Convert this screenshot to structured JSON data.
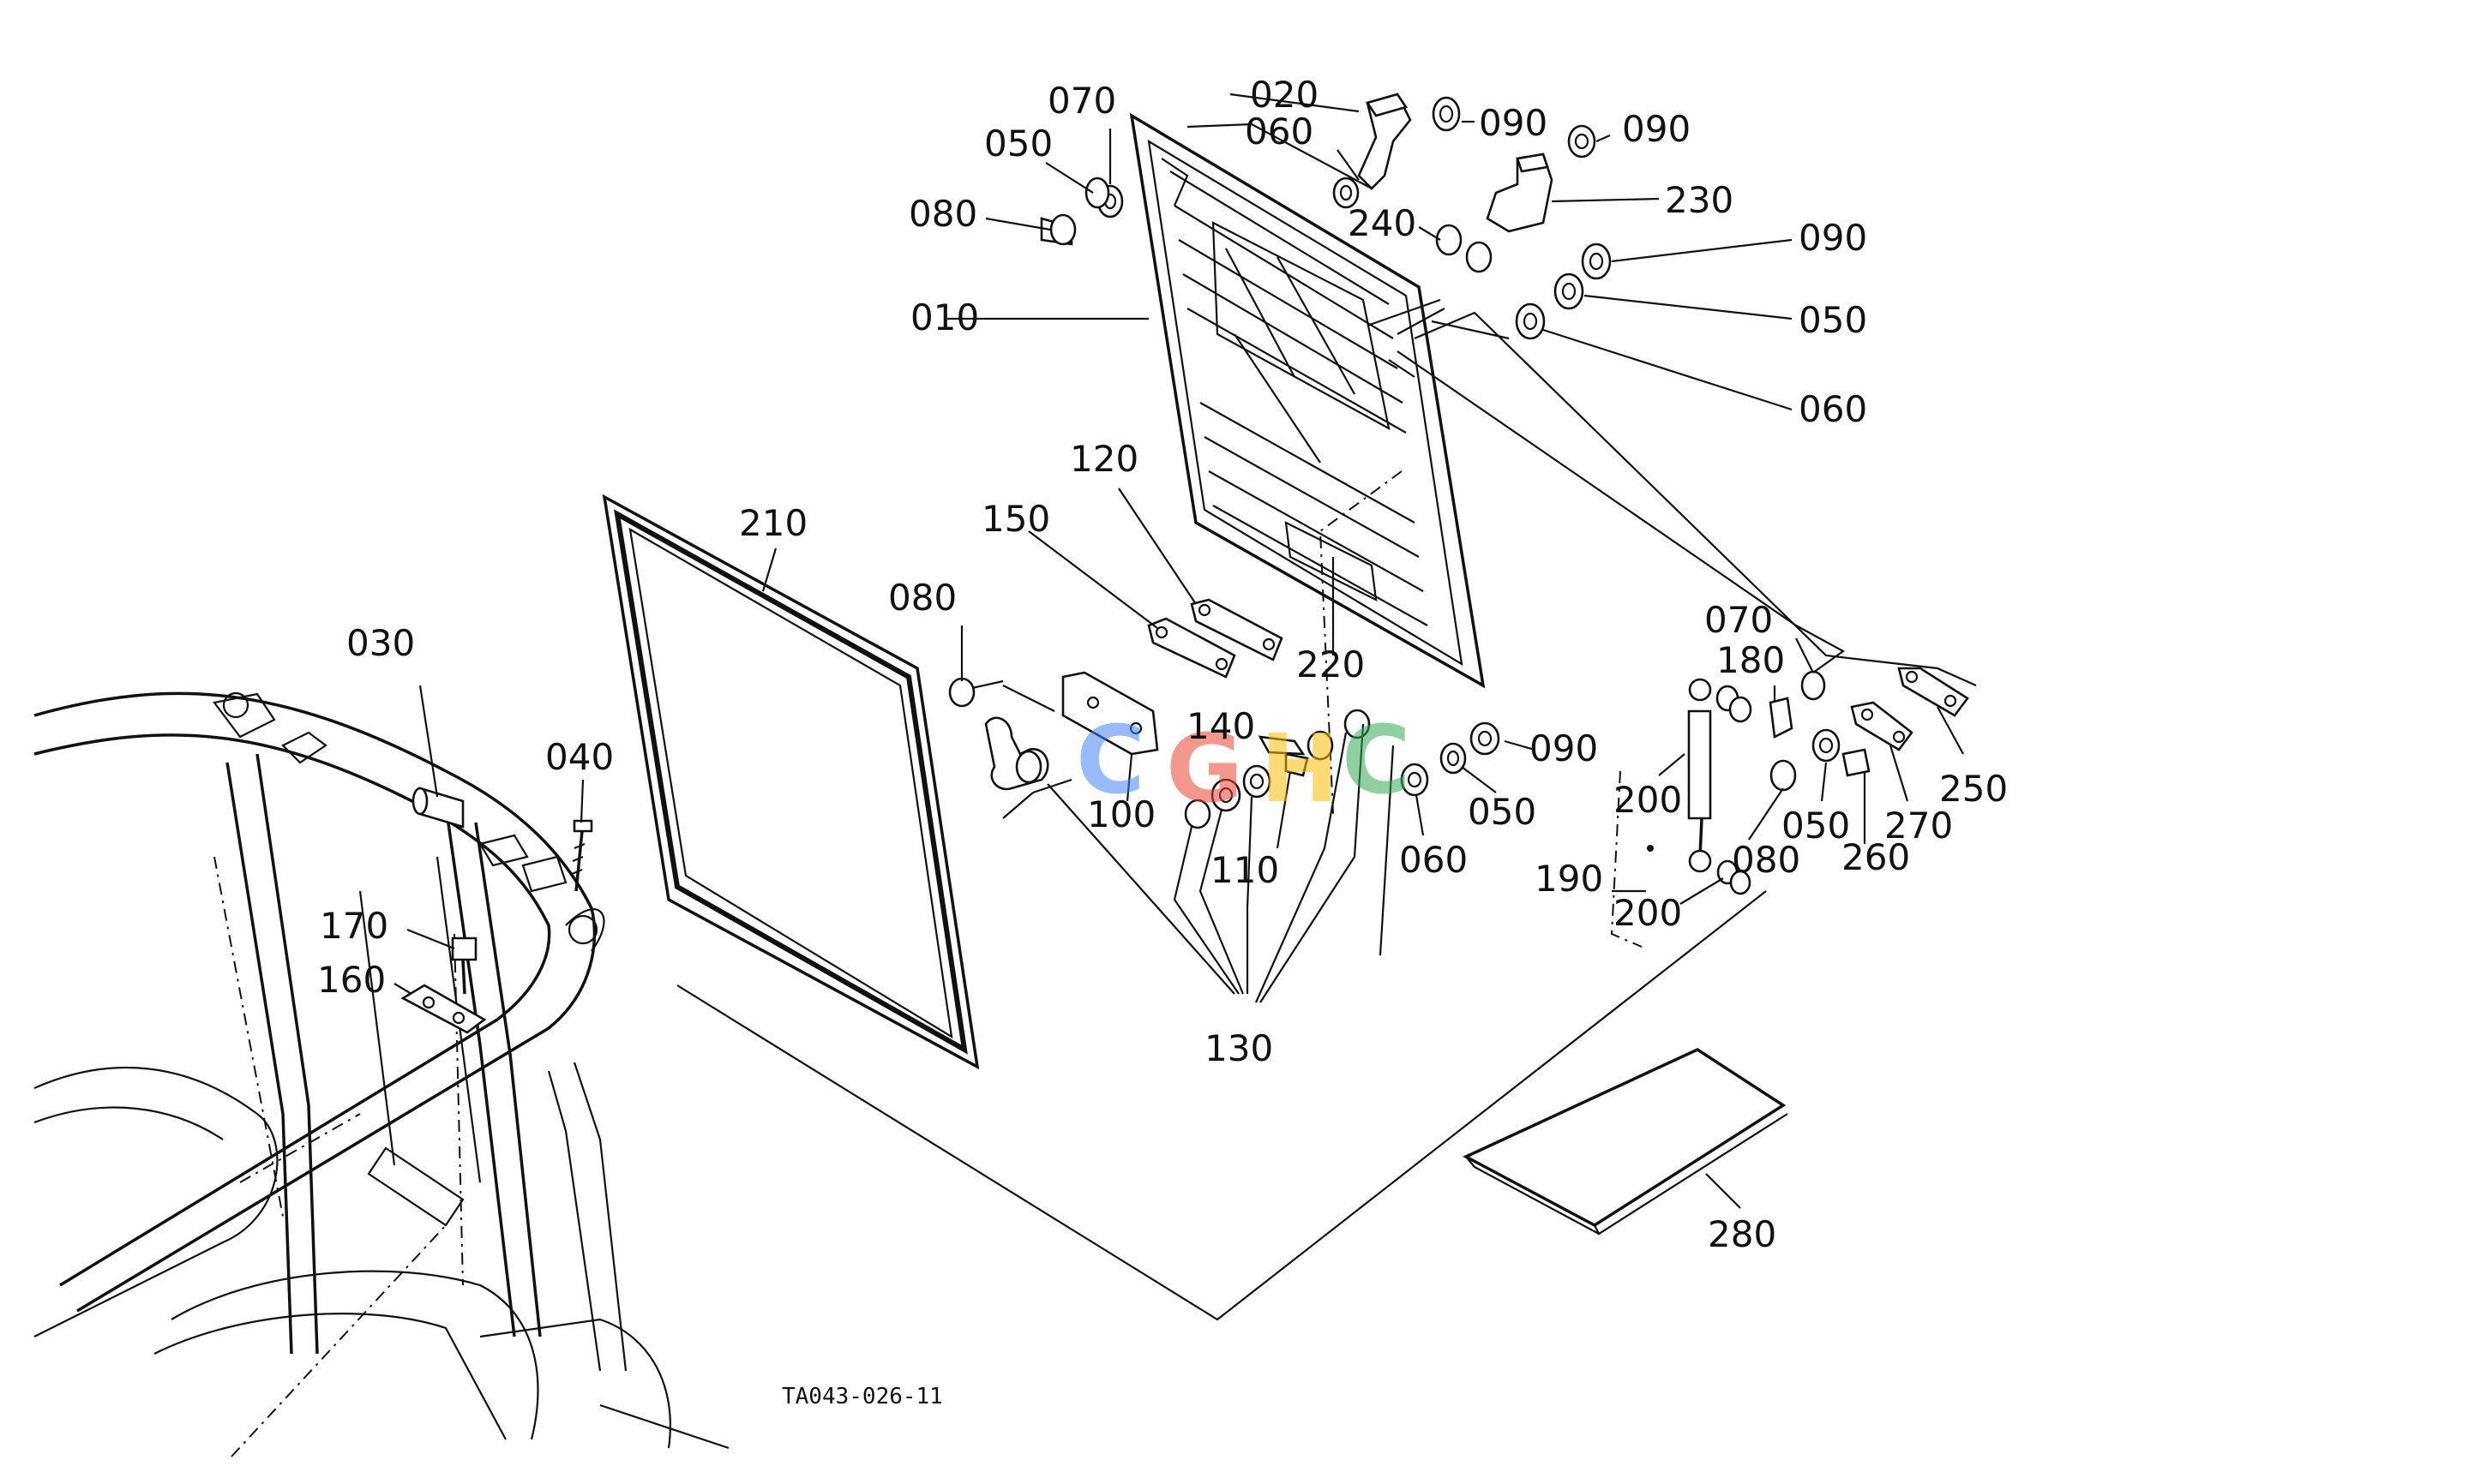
{
  "diagram_code": "TA043-026-11",
  "watermark": {
    "letters": [
      "C",
      "G",
      "H",
      "C"
    ],
    "colors": [
      "#4285F4",
      "#EA4335",
      "#FBBC05",
      "#34A853"
    ]
  },
  "callouts": {
    "c010": "010",
    "c020": "020",
    "c030": "030",
    "c040": "040",
    "c050_a": "050",
    "c050_b": "050",
    "c050_c": "050",
    "c050_d": "050",
    "c060_a": "060",
    "c060_b": "060",
    "c060_c": "060",
    "c070_a": "070",
    "c070_b": "070",
    "c080_a": "080",
    "c080_b": "080",
    "c080_c": "080",
    "c090_a": "090",
    "c090_b": "090",
    "c090_c": "090",
    "c090_d": "090",
    "c100": "100",
    "c110": "110",
    "c120": "120",
    "c130": "130",
    "c140": "140",
    "c150": "150",
    "c160": "160",
    "c170": "170",
    "c180": "180",
    "c190": "190",
    "c200_a": "200",
    "c200_b": "200",
    "c210": "210",
    "c220": "220",
    "c230": "230",
    "c240": "240",
    "c250": "250",
    "c260": "260",
    "c270": "270",
    "c280": "280"
  }
}
